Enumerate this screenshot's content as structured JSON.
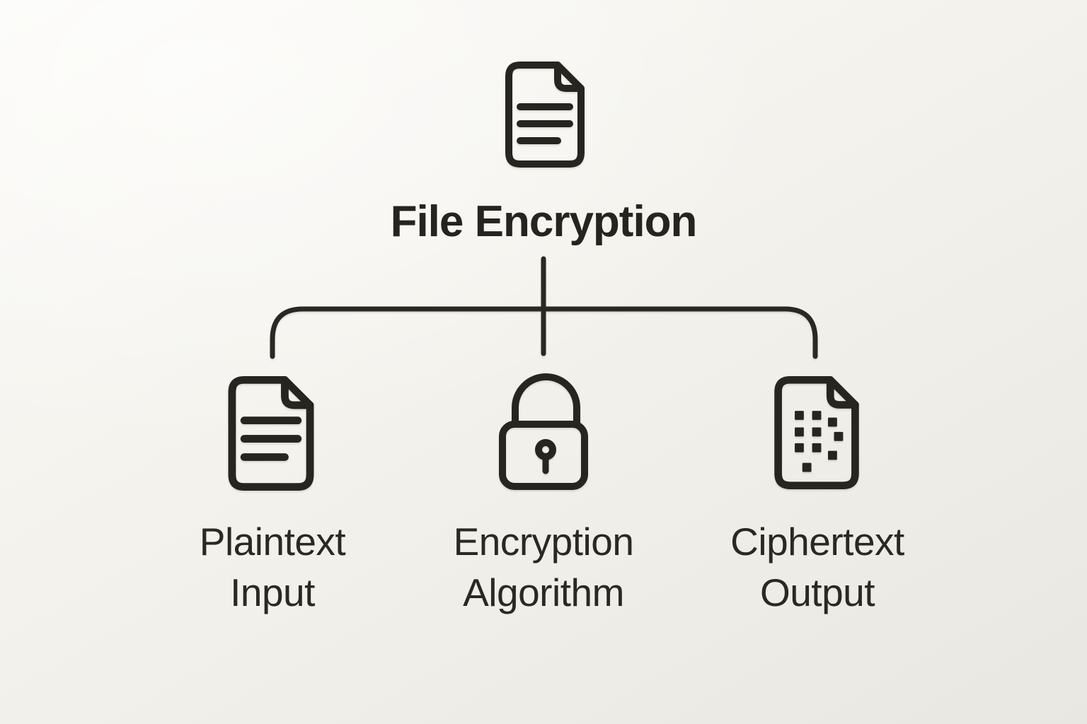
{
  "root": {
    "label": "File Encryption",
    "icon": "document-text-icon"
  },
  "nodes": [
    {
      "id": "plaintext-input",
      "label": "Plaintext\nInput",
      "icon": "document-text-icon"
    },
    {
      "id": "encryption-algorithm",
      "label": "Encryption\nAlgorithm",
      "icon": "lock-icon"
    },
    {
      "id": "ciphertext-output",
      "label": "Ciphertext\nOutput",
      "icon": "encrypted-document-icon"
    }
  ],
  "colors": {
    "stroke": "#272520",
    "text": "#2a2823",
    "title_text": "#26241f",
    "background_light": "#fbfaf7",
    "background_dark": "#e9e7e1"
  }
}
